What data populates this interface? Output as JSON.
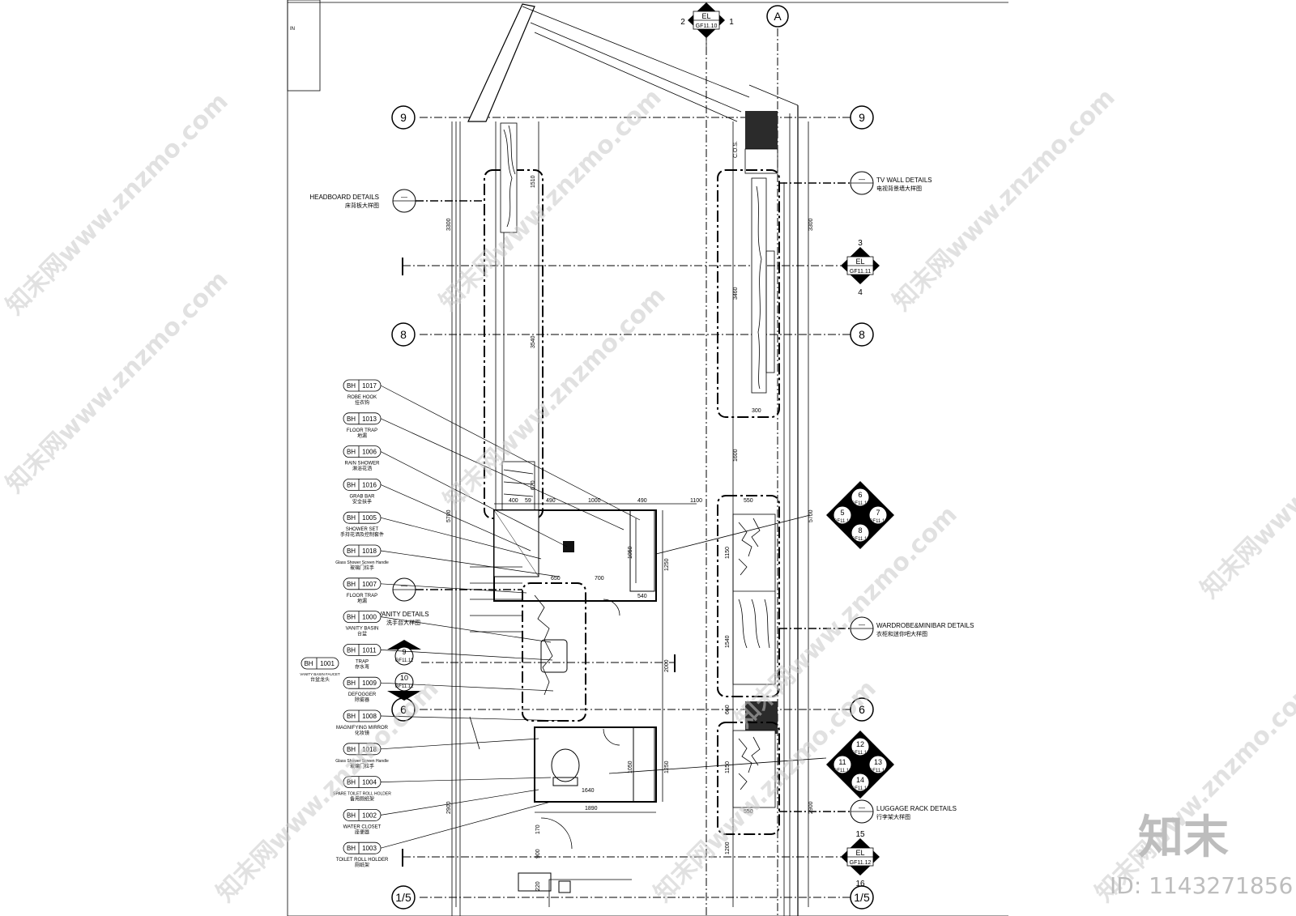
{
  "title_block": {
    "fragment": "IN"
  },
  "grid": {
    "lines": {
      "row9": "9",
      "row8": "8",
      "row6": "6",
      "row15": "1/5",
      "colA": "A"
    }
  },
  "elevations": {
    "top": {
      "num_left": "2",
      "tag": "EL",
      "ref": "GF11.10",
      "num_right": "1"
    },
    "right_upper": {
      "num_top": "3",
      "tag": "EL",
      "ref": "GF11.11",
      "num_bottom": "4"
    },
    "right_lower": {
      "num_top": "15",
      "tag": "EL",
      "ref": "GF11.12",
      "num_bottom": "16"
    },
    "quad1": {
      "top": "6",
      "left": "5",
      "right": "7",
      "bottom": "8",
      "ref": "GF11.11"
    },
    "quad2": {
      "top": "12",
      "left": "11",
      "right": "13",
      "bottom": "14",
      "ref": "GF11.12"
    },
    "vanity_sections": [
      {
        "num": "9",
        "ref": "GF11.11"
      },
      {
        "num": "10",
        "ref": "GF11.12"
      }
    ]
  },
  "detail_callouts": {
    "headboard": {
      "en": "HEADBOARD DETAILS",
      "cn": "床背板大样图",
      "mark": "—"
    },
    "tv_wall": {
      "en": "TV WALL DETAILS",
      "cn": "电视背景墙大样图",
      "mark": "—"
    },
    "vanity": {
      "en": "VANITY  DETAILS",
      "cn": "洗手台大样图",
      "mark": "—"
    },
    "wardrobe": {
      "en": "WARDROBE&MINIBAR DETAILS",
      "cn": "衣柜和迷你吧大样图",
      "mark": "—"
    },
    "luggage": {
      "en": "LUGGAGE RACK DETAILS",
      "cn": "行李架大样图",
      "mark": "—"
    }
  },
  "fixtures": [
    {
      "prefix": "BH",
      "code": "1017",
      "en": "ROBE HOOK",
      "cn": "挂衣钩"
    },
    {
      "prefix": "BH",
      "code": "1013",
      "en": "FLOOR TRAP",
      "cn": "地漏"
    },
    {
      "prefix": "BH",
      "code": "1006",
      "en": "RAIN SHOWER",
      "cn": "淋浴花洒"
    },
    {
      "prefix": "BH",
      "code": "1016",
      "en": "GRAB BAR",
      "cn": "安全扶手"
    },
    {
      "prefix": "BH",
      "code": "1005",
      "en": "SHOWER SET",
      "cn": "手持花洒及控制套件"
    },
    {
      "prefix": "BH",
      "code": "1018",
      "en": "Glass Shower Screen Handle",
      "cn": "玻璃门拉手"
    },
    {
      "prefix": "BH",
      "code": "1007",
      "en": "FLOOR TRAP",
      "cn": "地漏"
    },
    {
      "prefix": "BH",
      "code": "1000",
      "en": "VANITY BASIN",
      "cn": "台盆"
    },
    {
      "prefix": "BH",
      "code": "1011",
      "en": "TRAP",
      "cn": "存水弯"
    },
    {
      "prefix": "BH",
      "code": "1009",
      "en": "DEFOGGER",
      "cn": "除雾器"
    },
    {
      "prefix": "BH",
      "code": "1008",
      "en": "MAGNIFYING MIRROR",
      "cn": "化妆镜"
    },
    {
      "prefix": "BH",
      "code": "1018",
      "en": "Glass Shower Screen Handle",
      "cn": "玻璃门拉手"
    },
    {
      "prefix": "BH",
      "code": "1004",
      "en": "SPARE TOILET ROLL HOLDER",
      "cn": "备用厕纸架"
    },
    {
      "prefix": "BH",
      "code": "1002",
      "en": "WATER CLOSET",
      "cn": "座便器"
    },
    {
      "prefix": "BH",
      "code": "1003",
      "en": "TOILET ROLL HOLDER",
      "cn": "厕纸架"
    }
  ],
  "faucet_tag": {
    "prefix": "BH",
    "code": "1001",
    "en": "VANITY BASIN FAUCET",
    "cn": "台盆龙头"
  },
  "dimensions": {
    "d3300a": "3300",
    "d3540": "3540",
    "d5700a": "5700",
    "d2900a": "2900",
    "d3300b": "3300",
    "d3460": "3460",
    "d5700b": "5700",
    "d2900b": "2900",
    "d1510": "1510",
    "d1600": "1600",
    "d1150a": "1150",
    "d1540": "1540",
    "d660": "660",
    "d1150b": "1150",
    "d1200": "1200",
    "d300": "300",
    "d550a": "550",
    "d550b": "550",
    "d400": "400",
    "d59": "59",
    "d490a": "490",
    "d1000": "1000",
    "d490b": "490",
    "d1100": "1100",
    "d670": "670",
    "d1050a": "1050",
    "d1250a": "1250",
    "d650": "650",
    "d700": "700",
    "d540": "540",
    "d2000": "2000",
    "d1050b": "1050",
    "d1250b": "1250",
    "d1640": "1640",
    "d1890": "1890",
    "d900": "900",
    "d220": "220",
    "d170": "170",
    "cos": "C.O.S."
  },
  "watermark": {
    "site": "知末网www.znzmo.com",
    "brand": "知末",
    "id": "ID: 1143271856"
  }
}
